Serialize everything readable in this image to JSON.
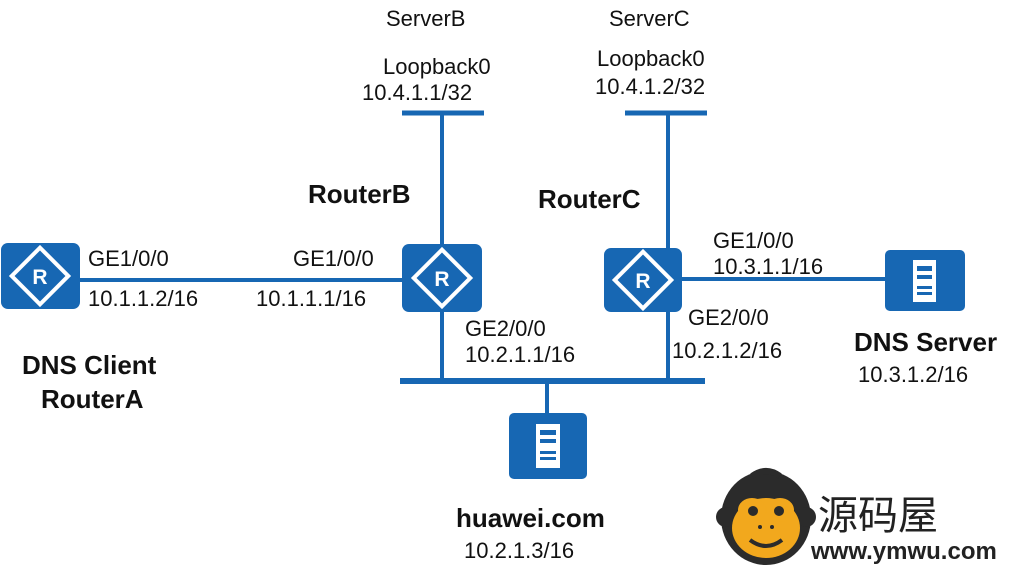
{
  "devices": {
    "router_a": {
      "name_line1": "DNS Client",
      "name_line2": "RouterA",
      "iface": "GE1/0/0",
      "ip": "10.1.1.2/16"
    },
    "router_b": {
      "name": "RouterB",
      "iface_left": "GE1/0/0",
      "ip_left": "10.1.1.1/16",
      "iface_down": "GE2/0/0",
      "ip_down": "10.2.1.1/16"
    },
    "router_c": {
      "name": "RouterC",
      "iface_right": "GE1/0/0",
      "ip_right": "10.3.1.1/16",
      "iface_down": "GE2/0/0",
      "ip_down": "10.2.1.2/16"
    },
    "server_b": {
      "name": "ServerB",
      "iface": "Loopback0",
      "ip": "10.4.1.1/32"
    },
    "server_c": {
      "name": "ServerC",
      "iface": "Loopback0",
      "ip": "10.4.1.2/32"
    },
    "dns_server": {
      "name": "DNS Server",
      "ip": "10.3.1.2/16"
    },
    "web_server": {
      "name": "huawei.com",
      "ip": "10.2.1.3/16"
    }
  },
  "watermark": {
    "cn": "源码屋",
    "url": "www.ymwu.com"
  },
  "colors": {
    "device": "#1767b3",
    "link": "#1767b3",
    "text": "#111111"
  }
}
